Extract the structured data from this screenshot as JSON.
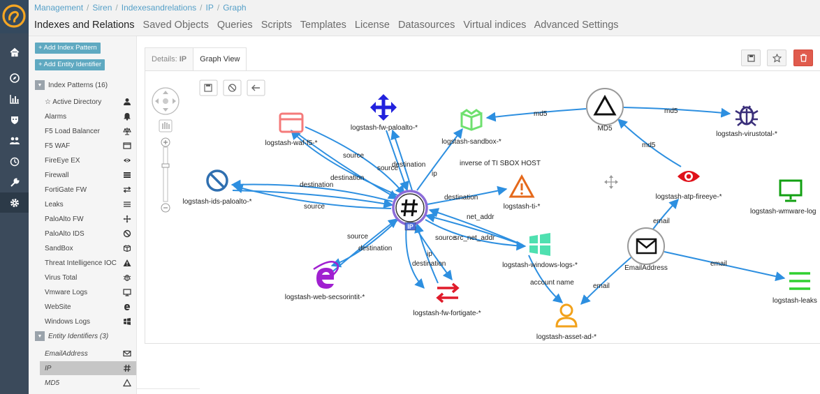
{
  "breadcrumb": [
    "Management",
    "Siren",
    "Indexesandrelations",
    "IP",
    "Graph"
  ],
  "top_tabs": [
    "Indexes and Relations",
    "Saved Objects",
    "Queries",
    "Scripts",
    "Templates",
    "License",
    "Datasources",
    "Virtual indices",
    "Advanced Settings"
  ],
  "active_tab": "Indexes and Relations",
  "rail_icons": [
    "home-icon",
    "compass-icon",
    "bar-chart-icon",
    "shield-icon",
    "users-icon",
    "clock-icon",
    "wrench-icon",
    "gear-icon"
  ],
  "sidebar": {
    "add_index_pattern": "+ Add Index Pattern",
    "add_entity_identifier": "+ Add Entity Identifier",
    "index_patterns_label": "Index Patterns (16)",
    "index_patterns": [
      {
        "label": "☆ Active Directory",
        "icon": "user-icon"
      },
      {
        "label": "Alarms",
        "icon": "bell-icon"
      },
      {
        "label": "F5 Load Balancer",
        "icon": "balance-icon"
      },
      {
        "label": "F5 WAF",
        "icon": "window-icon"
      },
      {
        "label": "FireEye EX",
        "icon": "eye-icon"
      },
      {
        "label": "Firewall",
        "icon": "firewall-icon"
      },
      {
        "label": "FortiGate FW",
        "icon": "exchange-icon"
      },
      {
        "label": "Leaks",
        "icon": "lines-icon"
      },
      {
        "label": "PaloAlto FW",
        "icon": "move-icon"
      },
      {
        "label": "PaloAlto IDS",
        "icon": "ban-icon"
      },
      {
        "label": "SandBox",
        "icon": "box-icon"
      },
      {
        "label": "Threat Intelligence IOC",
        "icon": "warning-icon"
      },
      {
        "label": "Virus Total",
        "icon": "bug-icon"
      },
      {
        "label": "Vmware Logs",
        "icon": "monitor-icon"
      },
      {
        "label": "WebSite",
        "icon": "ie-icon"
      },
      {
        "label": "Windows Logs",
        "icon": "windows-icon"
      }
    ],
    "entity_identifiers_label": "Entity Identifiers (3)",
    "entity_identifiers": [
      {
        "label": "EmailAddress",
        "icon": "envelope-icon"
      },
      {
        "label": "IP",
        "icon": "hash-icon",
        "selected": true
      },
      {
        "label": "MD5",
        "icon": "triangle-icon"
      }
    ]
  },
  "panel": {
    "tab_details_prefix": "Details:",
    "tab_details_name": "IP",
    "tab_graph": "Graph View"
  },
  "graph": {
    "center_badge": "IP",
    "nodes": [
      {
        "id": "ip",
        "label": "",
        "icon": "hash-icon"
      },
      {
        "id": "md5",
        "label": "MD5",
        "icon": "triangle-icon"
      },
      {
        "id": "email",
        "label": "EmailAddress",
        "icon": "envelope-icon"
      },
      {
        "id": "waf",
        "label": "logstash-waf-f5-*",
        "icon": "window-icon"
      },
      {
        "id": "paloalto",
        "label": "logstash-fw-paloalto-*",
        "icon": "move-icon"
      },
      {
        "id": "sandbox",
        "label": "logstash-sandbox-*",
        "icon": "box-icon"
      },
      {
        "id": "virustotal",
        "label": "logstash-virustotal-*",
        "icon": "bug-icon"
      },
      {
        "id": "ids",
        "label": "logstash-ids-paloalto-*",
        "icon": "ban-icon"
      },
      {
        "id": "ti",
        "label": "logstash-ti-*",
        "icon": "warning-icon"
      },
      {
        "id": "atp",
        "label": "logstash-atp-fireeye-*",
        "icon": "eye-icon"
      },
      {
        "id": "vmware",
        "label": "logstash-wmware-log",
        "icon": "monitor-icon"
      },
      {
        "id": "windows",
        "label": "logstash-windows-logs-*",
        "icon": "windows-icon"
      },
      {
        "id": "web",
        "label": "logstash-web-secsorintit-*",
        "icon": "ie-icon"
      },
      {
        "id": "fortigate",
        "label": "logstash-fw-fortigate-*",
        "icon": "exchange-icon"
      },
      {
        "id": "asset",
        "label": "logstash-asset-ad-*",
        "icon": "user-icon"
      },
      {
        "id": "leaks",
        "label": "logstash-leaks",
        "icon": "lines-icon"
      }
    ],
    "edges": [
      "source",
      "destination",
      "source",
      "destination",
      "destination",
      "source",
      "ip",
      "inverse of TI SBOX HOST",
      "destination",
      "net_addr",
      "src_net_addr",
      "source",
      "source",
      "destination",
      "ip",
      "destination",
      "md5",
      "md5",
      "md5",
      "email",
      "email",
      "email",
      "account name"
    ]
  },
  "colors": {
    "rail": "#3b4a5b",
    "edge": "#2d8fe0",
    "button_blue": "#5fa9c1",
    "delete_red": "#e05b4d",
    "waf": "#f47a7a",
    "paloalto": "#2222dd",
    "sandbox": "#6fe06f",
    "virustotal": "#3a2f7a",
    "ids": "#2f6fb0",
    "ti": "#e5691b",
    "atp": "#e0121b",
    "vmware": "#12a012",
    "windows": "#4fe0b0",
    "web": "#a020d0",
    "fortigate": "#e01b2a",
    "asset": "#f2a21b",
    "leaks": "#2fd02f"
  }
}
